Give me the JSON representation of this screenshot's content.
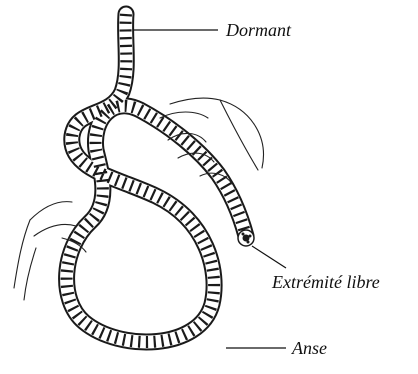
{
  "labels": {
    "standing_part": "Dormant",
    "free_end": "Extrémité libre",
    "loop": "Anse"
  }
}
